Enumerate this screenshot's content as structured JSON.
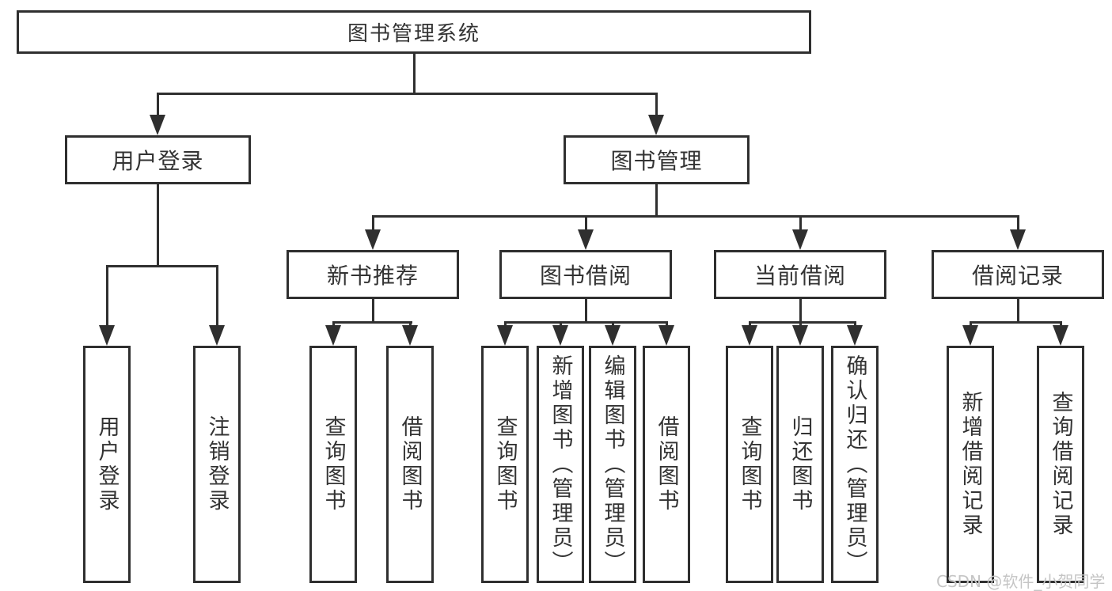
{
  "diagram": {
    "type": "tree",
    "title": "图书管理系统",
    "colors": {
      "line": "#2f2f2f",
      "text": "#333333",
      "box_background": "#ffffff",
      "page_background": "#ffffff",
      "watermark_text_color": "#c5c5c5"
    },
    "nodes": {
      "root": "图书管理系统",
      "user_login": "用户登录",
      "book_mgmt": "图书管理",
      "new_book_rec": "新书推荐",
      "book_borrow": "图书借阅",
      "current_borrow": "当前借阅",
      "borrow_record": "借阅记录",
      "leaf_user_login": "用户登录",
      "leaf_logout": "注销登录",
      "nbr_query_book": "查询图书",
      "nbr_borrow_book": "借阅图书",
      "bb_query_book": "查询图书",
      "bb_add_book": "新增图书（管理员）",
      "bb_edit_book": "编辑图书（管理员）",
      "bb_borrow_book": "借阅图书",
      "cb_query_book": "查询图书",
      "cb_return_book": "归还图书",
      "cb_confirm_return": "确认归还（管理员）",
      "br_add_record": "新增借阅记录",
      "br_query_record": "查询借阅记录"
    },
    "structure": {
      "root": [
        "user_login",
        "book_mgmt"
      ],
      "user_login": [
        "leaf_user_login",
        "leaf_logout"
      ],
      "book_mgmt": [
        "new_book_rec",
        "book_borrow",
        "current_borrow",
        "borrow_record"
      ],
      "new_book_rec": [
        "nbr_query_book",
        "nbr_borrow_book"
      ],
      "book_borrow": [
        "bb_query_book",
        "bb_add_book",
        "bb_edit_book",
        "bb_borrow_book"
      ],
      "current_borrow": [
        "cb_query_book",
        "cb_return_book",
        "cb_confirm_return"
      ],
      "borrow_record": [
        "br_add_record",
        "br_query_record"
      ]
    },
    "watermark": "CSDN @软件_小贺同学"
  }
}
